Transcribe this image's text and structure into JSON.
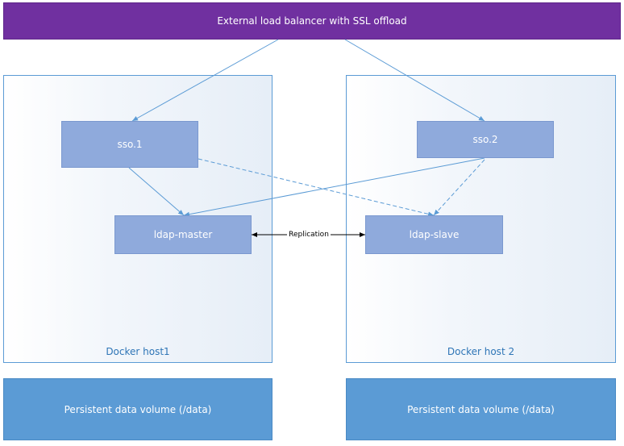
{
  "load_balancer": {
    "label": "External load balancer with SSL offload"
  },
  "hosts": [
    {
      "label": "Docker host1"
    },
    {
      "label": "Docker host 2"
    }
  ],
  "nodes": {
    "sso1": "sso.1",
    "sso2": "sso.2",
    "ldap_master": "ldap-master",
    "ldap_slave": "ldap-slave"
  },
  "replication": {
    "label": "Replication"
  },
  "volumes": [
    {
      "label": "Persistent data volume (/data)"
    },
    {
      "label": "Persistent data volume (/data)"
    }
  ],
  "colors": {
    "load_balancer": "#7030a0",
    "node": "#8faadc",
    "volume": "#5b9bd5",
    "connector": "#5b9bd5",
    "host_border": "#5b9bd5"
  }
}
